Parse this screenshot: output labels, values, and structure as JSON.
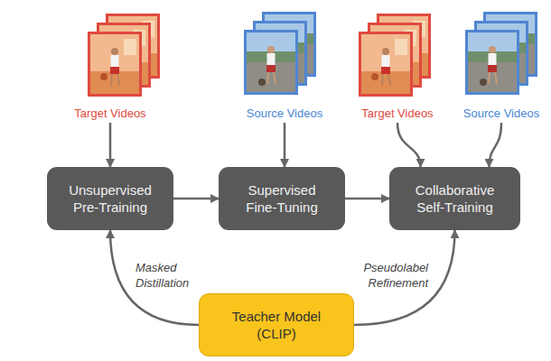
{
  "diagram": {
    "nodes": [
      {
        "text": [
          "Target Videos"
        ]
      },
      {
        "text": [
          "Source Videos"
        ]
      },
      {
        "text": [
          "Target Videos"
        ]
      },
      {
        "text": [
          "Source Videos"
        ]
      },
      {
        "text": [
          "Unsupervised Pre-Training"
        ]
      },
      {
        "text": [
          "Supervised Fine-Tuning"
        ]
      },
      {
        "text": [
          "Collaborative Self-Training"
        ]
      },
      {
        "text": [
          "Teacher Model (CLIP)"
        ]
      }
    ],
    "edges": [
      {
        "from": 0,
        "to": 4,
        "arrow": "to"
      },
      {
        "from": 1,
        "to": 5,
        "arrow": "to"
      },
      {
        "from": 2,
        "to": 6,
        "arrow": "to"
      },
      {
        "from": 3,
        "to": 6,
        "arrow": "to"
      },
      {
        "from": 4,
        "to": 5,
        "arrow": "to"
      },
      {
        "from": 5,
        "to": 6,
        "arrow": "to"
      },
      {
        "from": 7,
        "to": 4,
        "label": "Masked Distillation",
        "arrow": "to"
      },
      {
        "from": 7,
        "to": 6,
        "label": "Pseudolabel Refinement",
        "arrow": "to"
      }
    ]
  }
}
